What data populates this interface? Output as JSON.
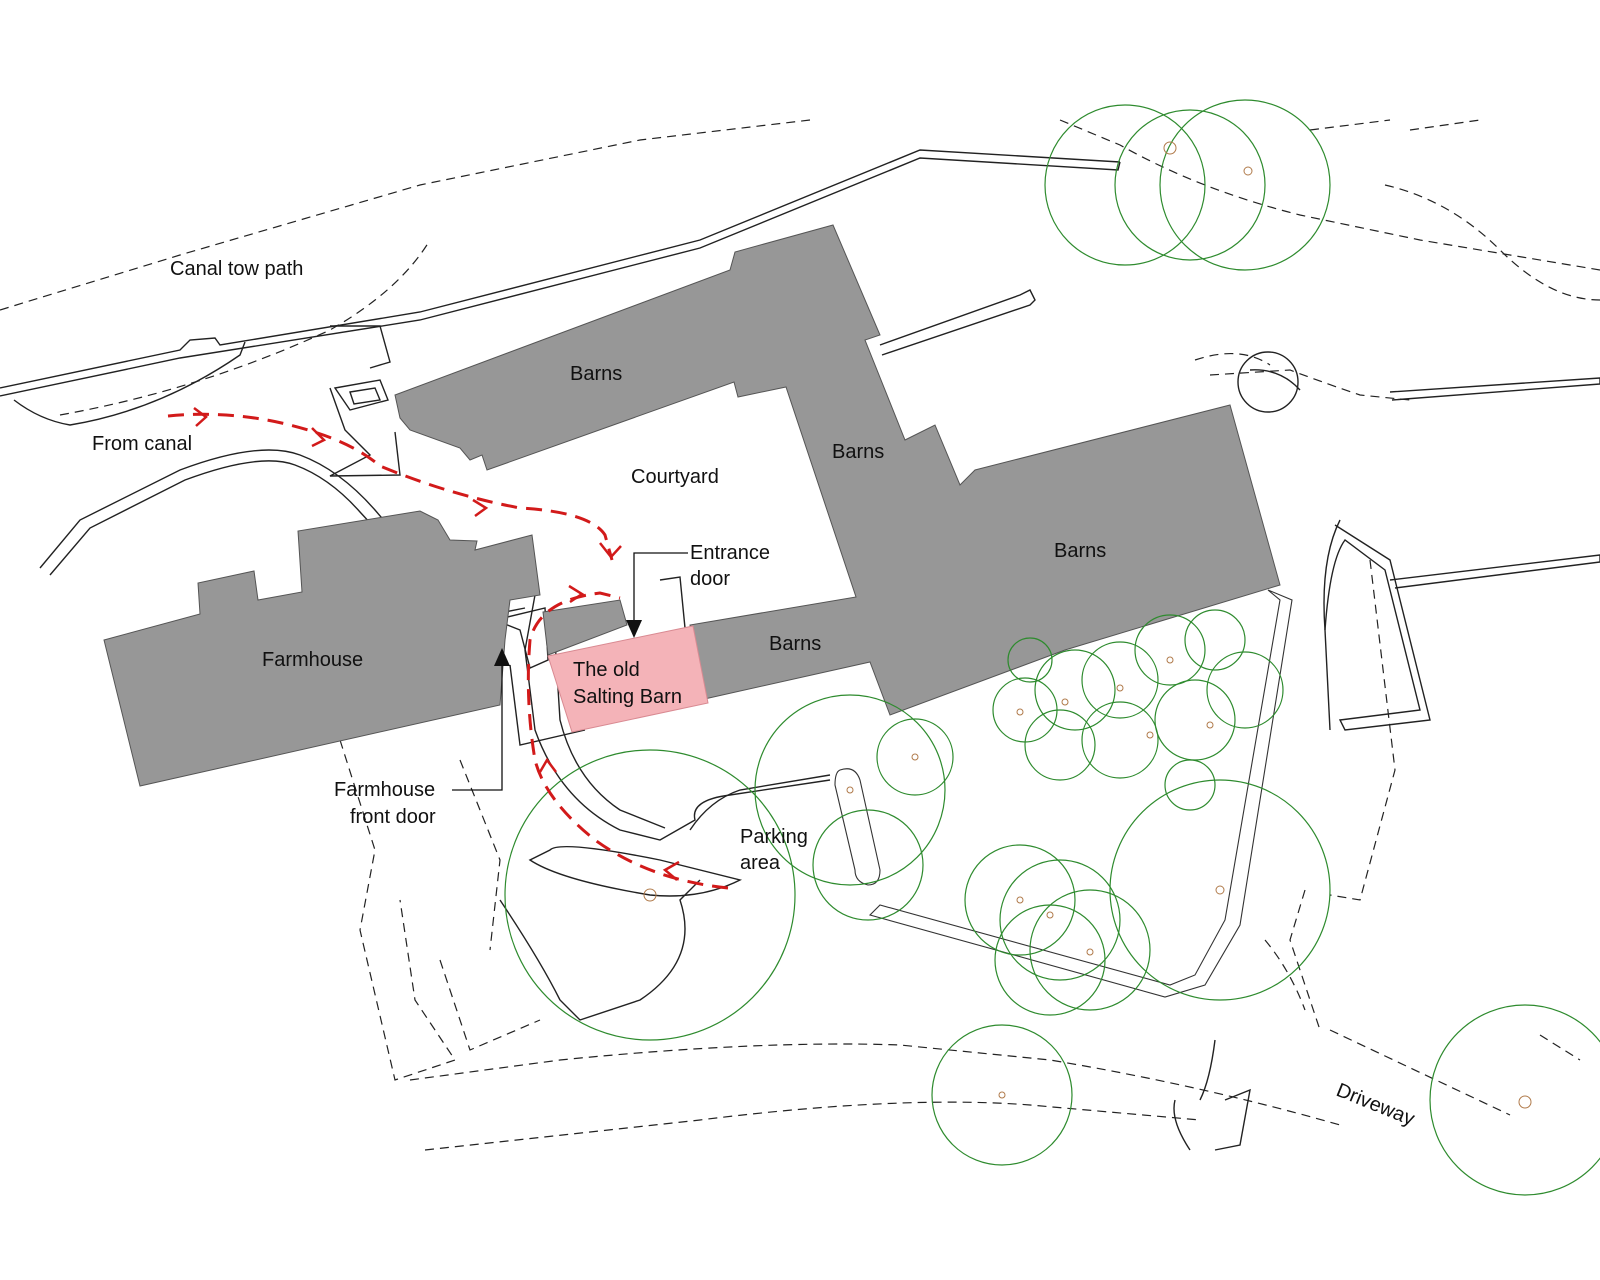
{
  "map": {
    "labels": {
      "canal_tow_path": "Canal tow path",
      "from_canal": "From canal",
      "courtyard": "Courtyard",
      "barns": "Barns",
      "entrance_door_1": "Entrance",
      "entrance_door_2": "door",
      "farmhouse": "Farmhouse",
      "salting_barn_1": "The old",
      "salting_barn_2": "Salting Barn",
      "farmhouse_front_door_1": "Farmhouse",
      "farmhouse_front_door_2": "front door",
      "parking_area_1": "Parking",
      "parking_area_2": "area",
      "driveway": "Driveway"
    },
    "colors": {
      "building": "#979797",
      "highlight": "#f4b3b8",
      "route": "#d21a1a",
      "trees": "#2e8b2e"
    }
  }
}
